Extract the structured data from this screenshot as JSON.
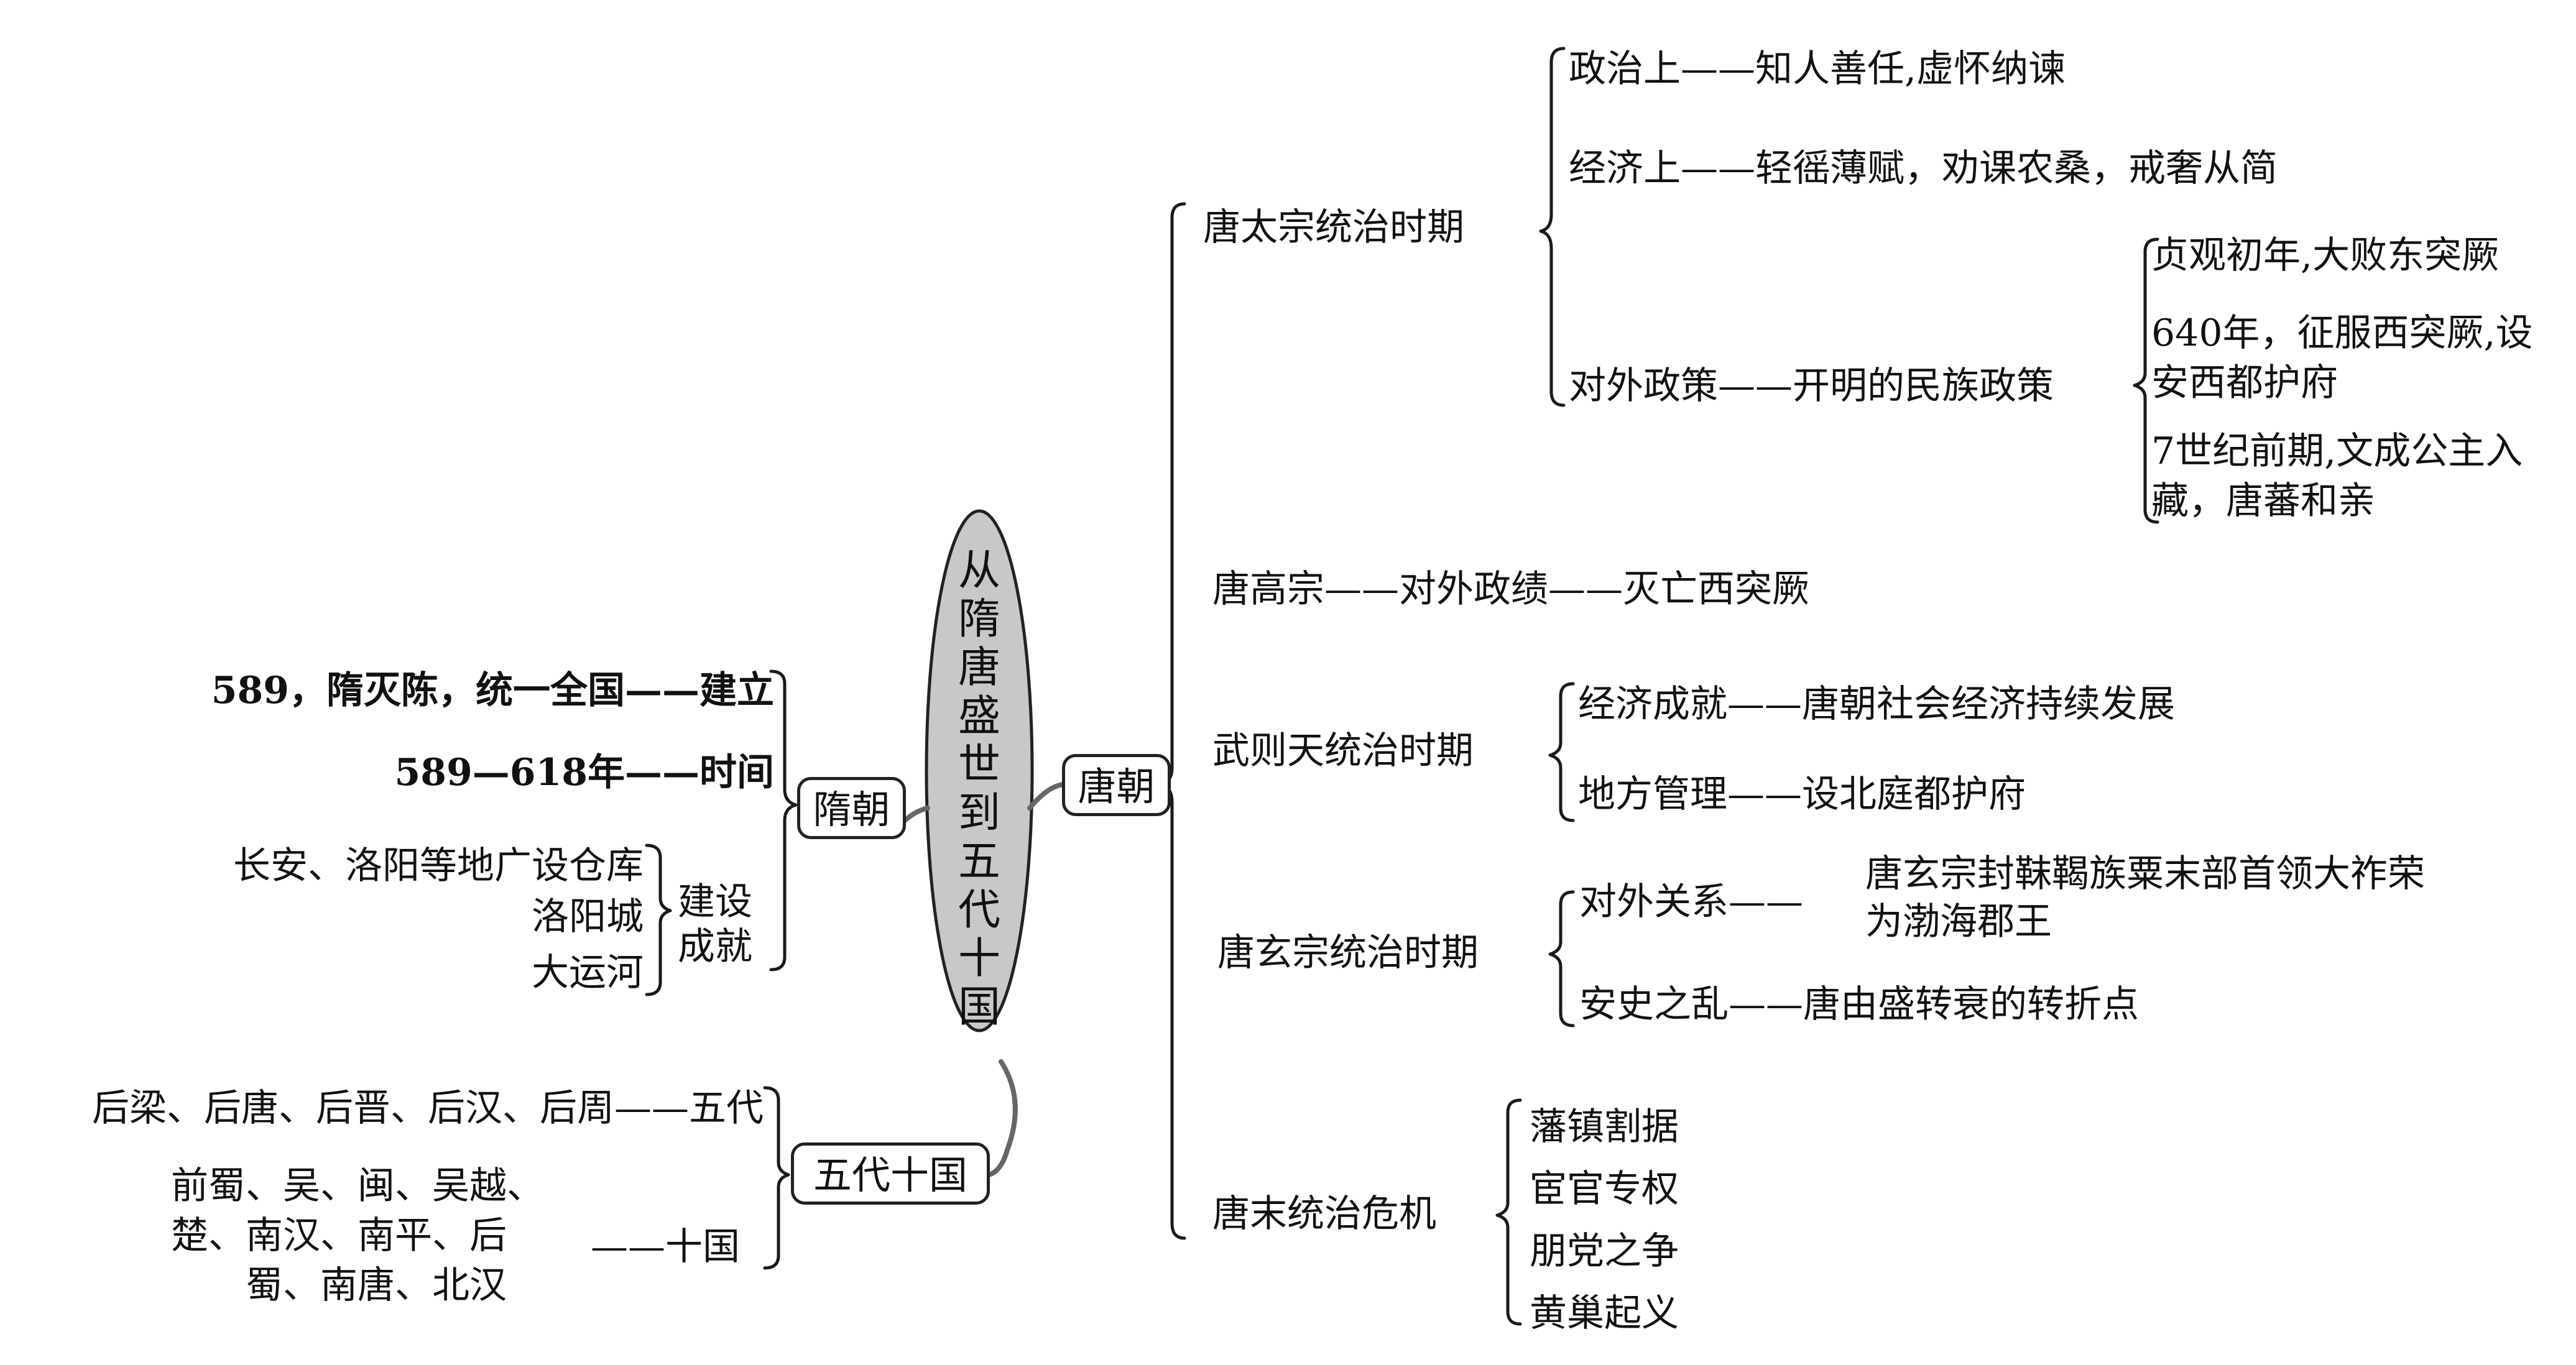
{
  "center": {
    "title": "从隋唐盛世到五代十国",
    "fill": "#c8c8c8"
  },
  "sui": {
    "label": "隋朝",
    "founding": "589，隋灭陈，统一全国——建立",
    "time": "589—618年——时间",
    "achievements_label": "建设成就",
    "achievements": [
      "长安、洛阳等地广设仓库",
      "洛阳城",
      "大运河"
    ]
  },
  "wudai": {
    "label": "五代十国",
    "five": "后梁、后唐、后晋、后汉、后周——五代",
    "ten_lines": [
      "前蜀、吴、闽、吴越、",
      "楚、南汉、南平、后",
      "蜀、南唐、北汉"
    ],
    "ten_suffix": "——十国"
  },
  "tang": {
    "label": "唐朝",
    "taizong": {
      "label": "唐太宗统治时期",
      "politics": "政治上——知人善任,虚怀纳谏",
      "economy": "经济上——轻徭薄赋，劝课农桑，戒奢从简",
      "foreign": "对外政策——开明的民族政策",
      "foreign_items": [
        "贞观初年,大败东突厥",
        "640年，征服西突厥,设",
        "安西都护府",
        "7世纪前期,文成公主入",
        "藏，唐蕃和亲"
      ]
    },
    "gaozong": "唐高宗——对外政绩——灭亡西突厥",
    "wuzetian": {
      "label": "武则天统治时期",
      "economy": "经济成就——唐朝社会经济持续发展",
      "local": "地方管理——设北庭都护府"
    },
    "xuanzong": {
      "label": "唐玄宗统治时期",
      "foreign": "对外关系——",
      "foreign_detail": [
        "唐玄宗封靺鞨族粟末部首领大祚荣",
        "为渤海郡王"
      ],
      "anshi": "安史之乱——唐由盛转衰的转折点"
    },
    "late": {
      "label": "唐末统治危机",
      "items": [
        "藩镇割据",
        "宦官专权",
        "朋党之争",
        "黄巢起义"
      ]
    }
  }
}
